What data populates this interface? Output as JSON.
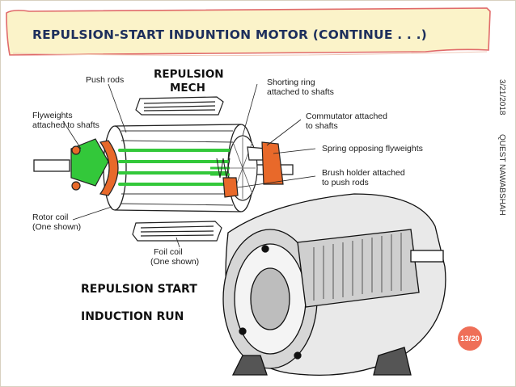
{
  "slide": {
    "title": "REPULSION-START INDUNTION MOTOR (CONTINUE . . .)",
    "date": "3/21/2018",
    "organization": "QUEST NAWABSHAH",
    "page_number": "13/20"
  },
  "figure": {
    "heading_line1": "REPULSION",
    "heading_line2": "MECH",
    "caption_line1": "REPULSION  START",
    "caption_line2": "INDUCTION  RUN",
    "labels": {
      "push_rods": "Push rods",
      "flyweights_1": "Flyweights",
      "flyweights_2": "attached to shafts",
      "rotor_coil_1": "Rotor coil",
      "rotor_coil_2": "(One shown)",
      "foil_coil_1": "Foil coil",
      "foil_coil_2": "(One shown)",
      "shorting_ring_1": "Shorting ring",
      "shorting_ring_2": "attached to shafts",
      "commutator_1": "Commutator attached",
      "commutator_2": "to shafts",
      "spring": "Spring opposing flyweights",
      "brush_holder_1": "Brush holder attached",
      "brush_holder_2": "to push rods"
    },
    "colors": {
      "accent_orange": "#e8692a",
      "accent_green": "#33c83a",
      "banner_fill": "#fbf3c9",
      "banner_border": "#e06a6a",
      "title_color": "#1d2f5c"
    }
  }
}
